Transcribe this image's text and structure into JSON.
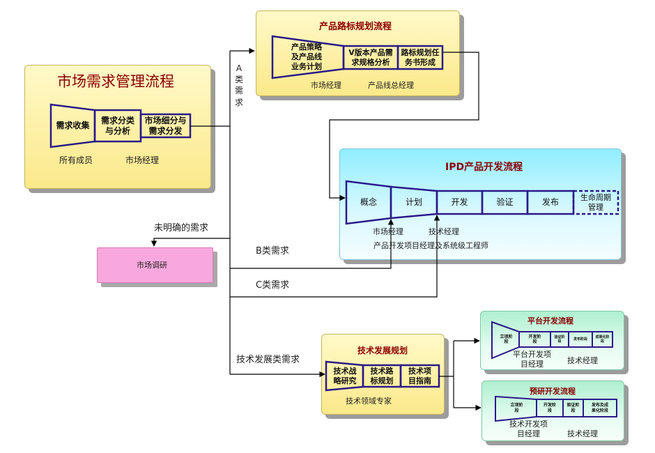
{
  "market": {
    "title": "市场需求管理流程",
    "stages": [
      "需求收集",
      "需求分类\n与分析",
      "市场细分与\n需求分发"
    ],
    "roles": [
      "所有成员",
      "市场经理"
    ]
  },
  "roadmap": {
    "title": "产品路标规划流程",
    "stages": [
      "产品策略\n及产品线\n业务计划",
      "V版本产品需\n求规格分析",
      "路标规划任\n务书形成"
    ],
    "roles": [
      "市场经理",
      "产品线总经理"
    ]
  },
  "ipd": {
    "title": "IPD产品开发流程",
    "stages": [
      "概念",
      "计划",
      "开发",
      "验证",
      "发布",
      "生命周期\n管理"
    ],
    "roles": [
      "市场经理",
      "技术经理",
      "产品开发项目经理及系统级工程师"
    ]
  },
  "research": {
    "label": "市场调研"
  },
  "tech": {
    "title": "技术发展规划",
    "stages": [
      "技术战\n略研究",
      "技术路\n标规划",
      "技术项\n目指南"
    ],
    "role": "技术领域专家"
  },
  "platform": {
    "title": "平台开发流程",
    "stages": [
      "立项阶\n段",
      "开发阶\n段",
      "验证阶\n段",
      "发布阶段",
      "成果化阶\n段"
    ],
    "roles": [
      "平台开发项\n目经理",
      "技术经理"
    ]
  },
  "preresearch": {
    "title": "预研开发流程",
    "stages": [
      "立项阶\n段",
      "开发阶\n段",
      "验证阶\n段",
      "发布及成\n果化阶段"
    ],
    "roles": [
      "技术开发项\n目经理",
      "技术经理"
    ]
  },
  "flows": {
    "a": "A\n类\n需\n求",
    "b": "B类需求",
    "c": "C类需求",
    "unclear": "未明确的需求",
    "tech": "技术发展类需求"
  },
  "colors": {
    "stage_border": "#2a1a8a",
    "title": "#8b0000",
    "line": "#000000"
  }
}
